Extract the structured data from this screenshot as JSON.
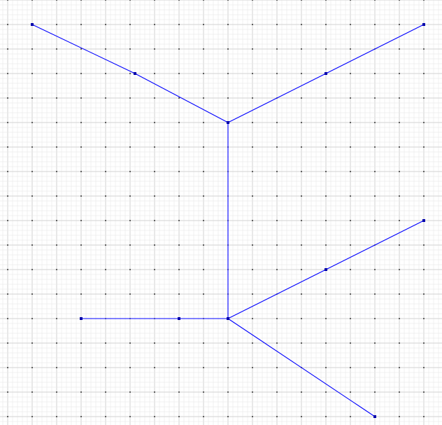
{
  "diagram": {
    "kind": "node-link graph on grid",
    "background_color": "#ffffff",
    "edge_color": "#0000ff",
    "node_color": "#0000aa",
    "grid": {
      "minor_line_color": "#e6e6e6",
      "major_line_color": "#d2d2d2",
      "dot_color": "#000000",
      "visible": true
    },
    "nodes": [
      {
        "id": "n1"
      },
      {
        "id": "n2"
      },
      {
        "id": "n3"
      },
      {
        "id": "n4"
      },
      {
        "id": "n5"
      },
      {
        "id": "n6"
      },
      {
        "id": "n7"
      },
      {
        "id": "n8"
      },
      {
        "id": "n9"
      },
      {
        "id": "n10"
      },
      {
        "id": "n11"
      },
      {
        "id": "n12"
      }
    ],
    "edges": [
      {
        "from": "n1",
        "to": "n2"
      },
      {
        "from": "n2",
        "to": "n3"
      },
      {
        "from": "n3",
        "to": "n4"
      },
      {
        "from": "n4",
        "to": "n5"
      },
      {
        "from": "n3",
        "to": "n6"
      },
      {
        "from": "n6",
        "to": "n7"
      },
      {
        "from": "n7",
        "to": "n8"
      },
      {
        "from": "n8",
        "to": "n9"
      },
      {
        "from": "n6",
        "to": "n10"
      },
      {
        "from": "n10",
        "to": "n11"
      },
      {
        "from": "n6",
        "to": "n12"
      }
    ]
  }
}
